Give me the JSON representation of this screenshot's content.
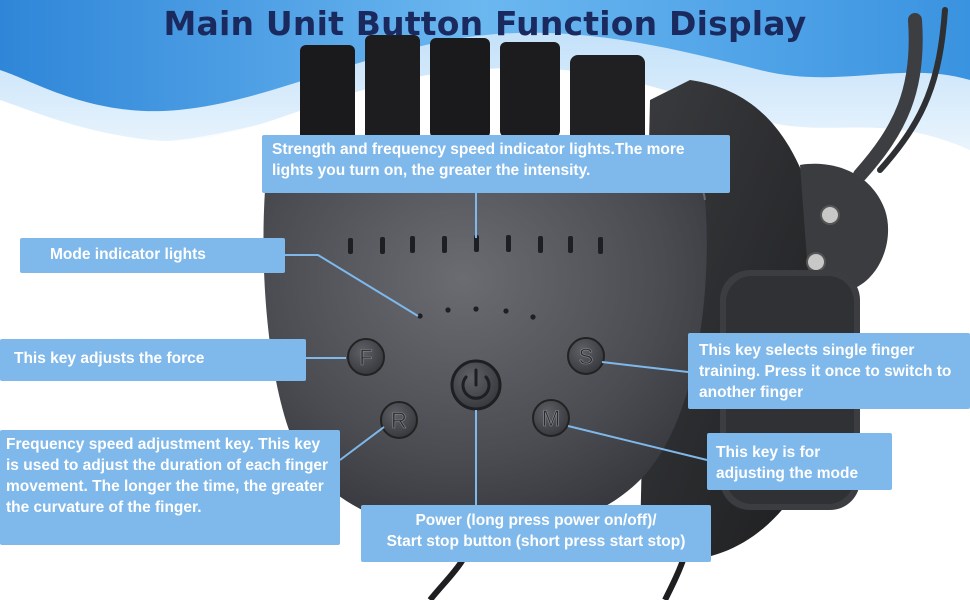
{
  "title": "Main Unit Button Function Display",
  "buttons": {
    "force": "F",
    "frequency": "R",
    "single_finger": "S",
    "mode": "M"
  },
  "callouts": {
    "strength_lights": "Strength and frequency speed indicator lights.The more lights you turn on, the greater the intensity.",
    "mode_lights": "Mode indicator lights",
    "force_key": "This key adjusts the force",
    "frequency_key": "Frequency speed adjustment key. This key is used to adjust the duration of each finger movement. The longer the time, the greater the curvature of the finger.",
    "power_button_line1": "Power (long press power on/off)/",
    "power_button_line2": "Start stop button (short press start stop)",
    "single_finger_key": "This key selects single finger training. Press it once to switch to another finger",
    "mode_key": "This key is for adjusting the mode"
  },
  "colors": {
    "title": "#1b2a5e",
    "callout": "#7fb8ea",
    "device": "#4a4c52",
    "wave": "#4a9fe6"
  }
}
